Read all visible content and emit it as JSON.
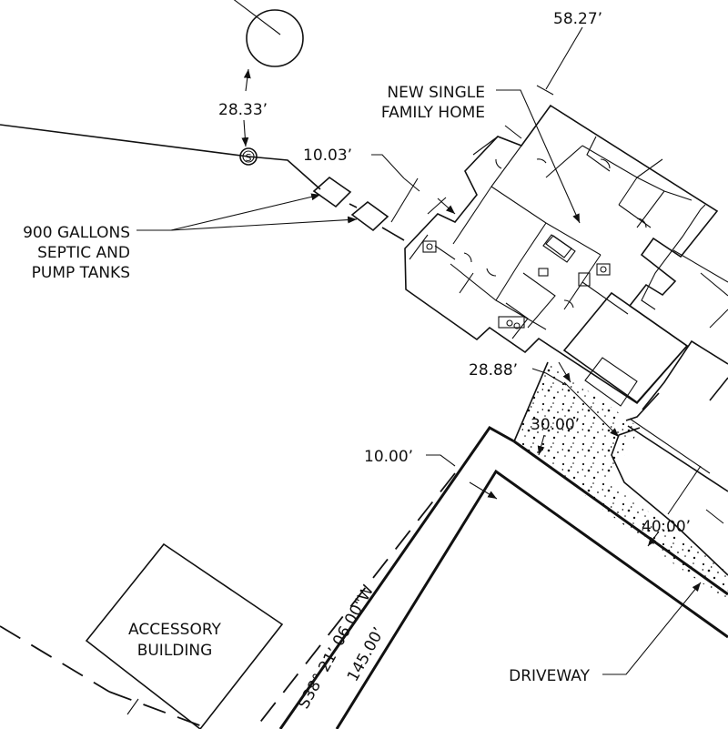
{
  "labels": {
    "dim_top": "58.27’",
    "home_line1": "NEW SINGLE",
    "home_line2": "FAMILY HOME",
    "dim_well": "28.33’",
    "dim_tank": "10.03’",
    "septic_line1": "900 GALLONS",
    "septic_line2": "SEPTIC AND",
    "septic_line3": "PUMP TANKS",
    "dim_house_drive": "28.88’",
    "dim_drive_30": "30.00’",
    "dim_setback": "10.00’",
    "dim_drive_40": "40.00’",
    "accessory_line1": "ACCESSORY",
    "accessory_line2": "BUILDING",
    "bearing": "S38° 21’ 06.00\"W",
    "distance": "145.00’",
    "driveway": "DRIVEWAY",
    "sewer_symbol": "S"
  },
  "colors": {
    "ink": "#111111",
    "paper": "#ffffff"
  }
}
